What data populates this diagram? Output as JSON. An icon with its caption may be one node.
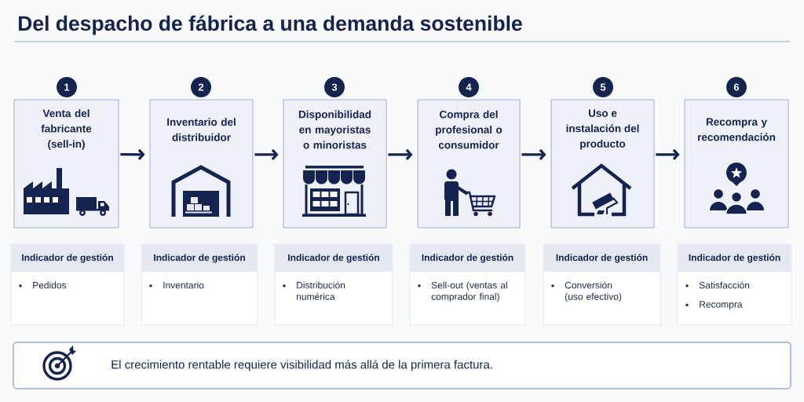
{
  "diagram": {
    "title": "Del despacho de fábrica a una demanda sostenible",
    "nodes": [
      {
        "text": [
          "1"
        ]
      },
      {
        "text": [
          "2"
        ]
      },
      {
        "text": [
          "3"
        ]
      },
      {
        "text": [
          "4"
        ]
      },
      {
        "text": [
          "5"
        ]
      },
      {
        "text": [
          "6"
        ]
      },
      {
        "text": [
          "Venta del fabricante (sell-in)"
        ]
      },
      {
        "text": [
          "Inventario del distribuidor"
        ]
      },
      {
        "text": [
          "Disponibilidad en mayoristas o minoristas"
        ]
      },
      {
        "text": [
          "Compra del profesional o consumidor"
        ]
      },
      {
        "text": [
          "Uso e instalación del producto"
        ]
      },
      {
        "text": [
          "Recompra y recomendación"
        ]
      },
      {
        "text": [
          "Indicador de gestión",
          "Pedidos"
        ]
      },
      {
        "text": [
          "Indicador de gestión",
          "Inventario"
        ]
      },
      {
        "text": [
          "Indicador de gestión",
          "Distribución numérica"
        ]
      },
      {
        "text": [
          "Indicador de gestión",
          "Sell-out (ventas al comprador final)"
        ]
      },
      {
        "text": [
          "Indicador de gestión",
          "Conversión (uso efectivo)"
        ]
      },
      {
        "text": [
          "Indicador de gestión",
          "Satisfacción",
          "Recompra"
        ]
      },
      {
        "text": [
          "El crecimiento rentable requiere visibilidad más allá de la primera factura."
        ]
      }
    ],
    "edges": [
      {
        "from": 6,
        "to": 7,
        "arrow": "to"
      },
      {
        "from": 7,
        "to": 8,
        "arrow": "to"
      },
      {
        "from": 8,
        "to": 9,
        "arrow": "to"
      },
      {
        "from": 9,
        "to": 10,
        "arrow": "to"
      },
      {
        "from": 10,
        "to": 11,
        "arrow": "to"
      }
    ]
  }
}
